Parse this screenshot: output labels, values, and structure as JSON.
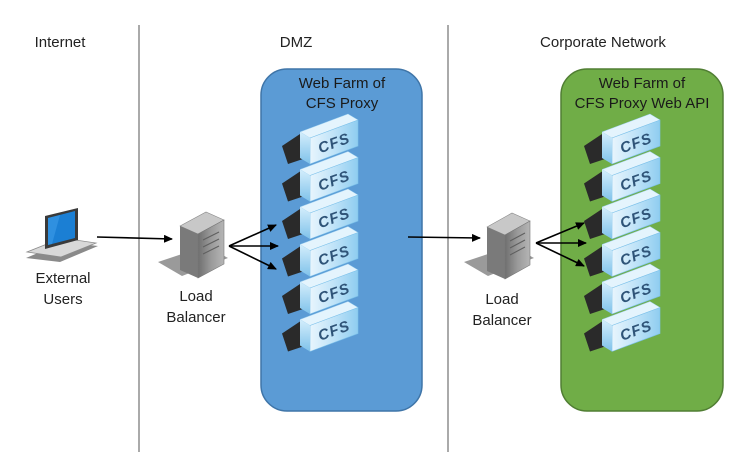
{
  "zones": {
    "internet": "Internet",
    "dmz": "DMZ",
    "corporate": "Corporate Network"
  },
  "external_users": {
    "line1": "External",
    "line2": "Users",
    "icon": "laptop-icon"
  },
  "load_balancer_dmz": {
    "line1": "Load",
    "line2": "Balancer",
    "icon": "server-icon"
  },
  "load_balancer_corp": {
    "line1": "Load",
    "line2": "Balancer",
    "icon": "server-icon"
  },
  "farm_dmz": {
    "title_line1": "Web Farm of",
    "title_line2": "CFS Proxy",
    "color": "#5b9bd5",
    "nodes": [
      "CFS",
      "CFS",
      "CFS",
      "CFS",
      "CFS",
      "CFS"
    ]
  },
  "farm_corp": {
    "title_line1": "Web Farm of",
    "title_line2": "CFS Proxy Web API",
    "color": "#70ad47",
    "nodes": [
      "CFS",
      "CFS",
      "CFS",
      "CFS",
      "CFS",
      "CFS"
    ]
  }
}
